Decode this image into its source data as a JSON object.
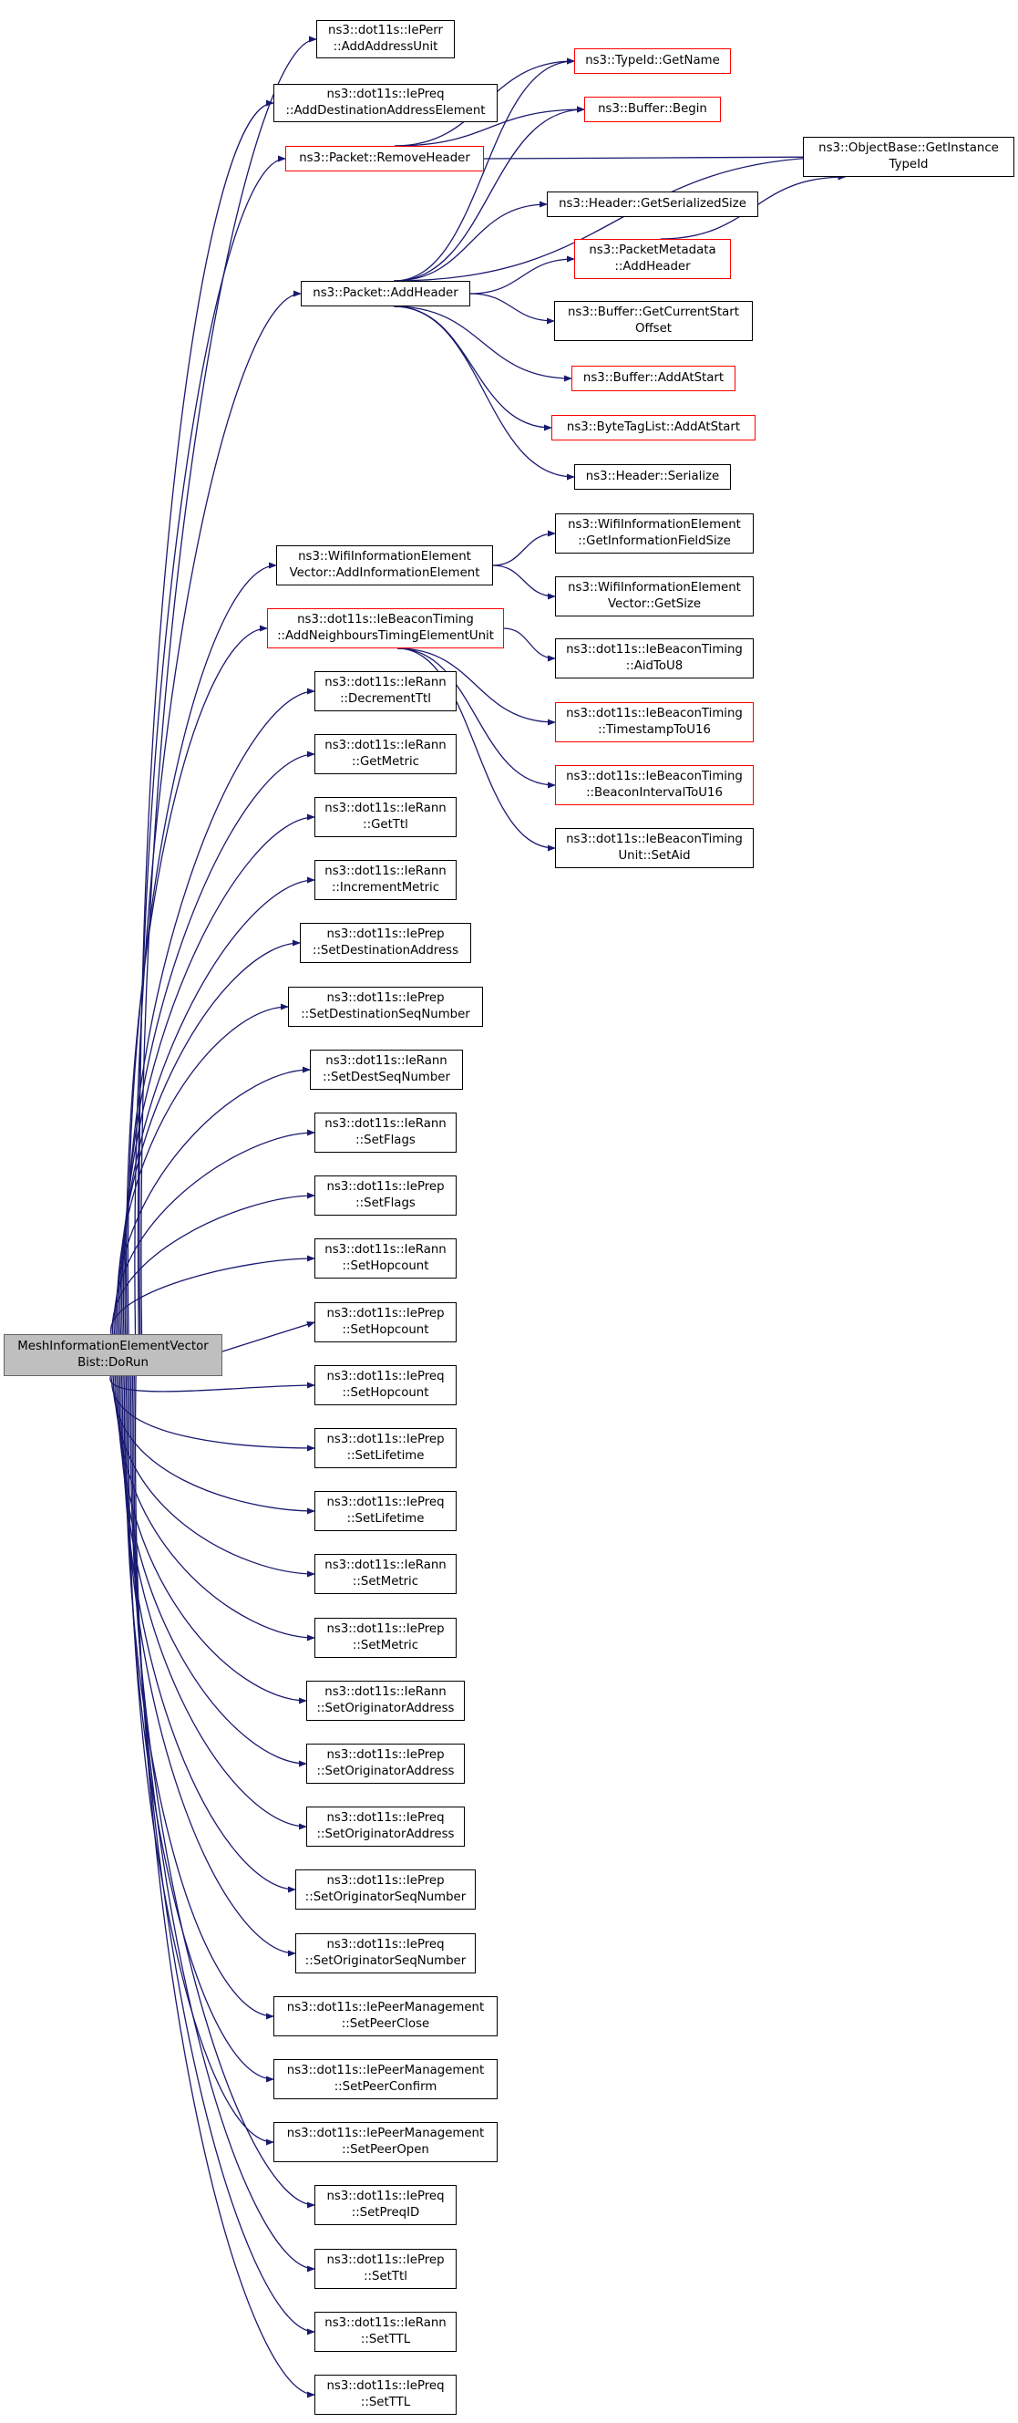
{
  "colors": {
    "edge": "#191970",
    "box_border": "#000000",
    "box_border_unloaded": "#ff0000",
    "root_fill": "#bfbfbf",
    "root_border": "#666666"
  },
  "nodes": [
    {
      "id": "root",
      "lines": [
        "MeshInformationElementVector",
        "Bist::DoRun"
      ],
      "root": true
    },
    {
      "id": "ieperr_addaddr",
      "lines": [
        "ns3::dot11s::IePerr",
        "::AddAddressUnit"
      ]
    },
    {
      "id": "iepreq_adddest",
      "lines": [
        "ns3::dot11s::IePreq",
        "::AddDestinationAddressElement"
      ]
    },
    {
      "id": "packet_remove",
      "lines": [
        "ns3::Packet::RemoveHeader"
      ],
      "red": true
    },
    {
      "id": "typeid_getname",
      "lines": [
        "ns3::TypeId::GetName"
      ],
      "red": true
    },
    {
      "id": "buffer_begin",
      "lines": [
        "ns3::Buffer::Begin"
      ],
      "red": true
    },
    {
      "id": "objectbase_getinst",
      "lines": [
        "ns3::ObjectBase::GetInstance",
        "TypeId"
      ]
    },
    {
      "id": "header_getser",
      "lines": [
        "ns3::Header::GetSerializedSize"
      ]
    },
    {
      "id": "packet_addheader",
      "lines": [
        "ns3::Packet::AddHeader"
      ]
    },
    {
      "id": "pktmeta_addheader",
      "lines": [
        "ns3::PacketMetadata",
        "::AddHeader"
      ],
      "red": true
    },
    {
      "id": "buffer_getcur",
      "lines": [
        "ns3::Buffer::GetCurrentStart",
        "Offset"
      ]
    },
    {
      "id": "buffer_addatstart",
      "lines": [
        "ns3::Buffer::AddAtStart"
      ],
      "red": true
    },
    {
      "id": "bytetag_addatstart",
      "lines": [
        "ns3::ByteTagList::AddAtStart"
      ],
      "red": true
    },
    {
      "id": "header_serialize",
      "lines": [
        "ns3::Header::Serialize"
      ]
    },
    {
      "id": "wifiie_addie",
      "lines": [
        "ns3::WifiInformationElement",
        "Vector::AddInformationElement"
      ]
    },
    {
      "id": "wifiie_getinfo",
      "lines": [
        "ns3::WifiInformationElement",
        "::GetInformationFieldSize"
      ]
    },
    {
      "id": "wifiie_getsize",
      "lines": [
        "ns3::WifiInformationElement",
        "Vector::GetSize"
      ]
    },
    {
      "id": "iebeacon_addneigh",
      "lines": [
        "ns3::dot11s::IeBeaconTiming",
        "::AddNeighboursTimingElementUnit"
      ],
      "red": true
    },
    {
      "id": "iebeacon_aidtou8",
      "lines": [
        "ns3::dot11s::IeBeaconTiming",
        "::AidToU8"
      ]
    },
    {
      "id": "iebeacon_ts",
      "lines": [
        "ns3::dot11s::IeBeaconTiming",
        "::TimestampToU16"
      ],
      "red": true
    },
    {
      "id": "iebeacon_bi",
      "lines": [
        "ns3::dot11s::IeBeaconTiming",
        "::BeaconIntervalToU16"
      ],
      "red": true
    },
    {
      "id": "iebeaconunit_setaid",
      "lines": [
        "ns3::dot11s::IeBeaconTiming",
        "Unit::SetAid"
      ]
    },
    {
      "id": "ierann_decttl",
      "lines": [
        "ns3::dot11s::IeRann",
        "::DecrementTtl"
      ]
    },
    {
      "id": "ierann_getmetric",
      "lines": [
        "ns3::dot11s::IeRann",
        "::GetMetric"
      ]
    },
    {
      "id": "ierann_getttl",
      "lines": [
        "ns3::dot11s::IeRann",
        "::GetTtl"
      ]
    },
    {
      "id": "ierann_incmetric",
      "lines": [
        "ns3::dot11s::IeRann",
        "::IncrementMetric"
      ]
    },
    {
      "id": "ieprep_setdestaddr",
      "lines": [
        "ns3::dot11s::IePrep",
        "::SetDestinationAddress"
      ]
    },
    {
      "id": "ieprep_setdestseq",
      "lines": [
        "ns3::dot11s::IePrep",
        "::SetDestinationSeqNumber"
      ]
    },
    {
      "id": "ierann_setdestseq",
      "lines": [
        "ns3::dot11s::IeRann",
        "::SetDestSeqNumber"
      ]
    },
    {
      "id": "ierann_setflags",
      "lines": [
        "ns3::dot11s::IeRann",
        "::SetFlags"
      ]
    },
    {
      "id": "ieprep_setflags",
      "lines": [
        "ns3::dot11s::IePrep",
        "::SetFlags"
      ]
    },
    {
      "id": "ierann_sethop",
      "lines": [
        "ns3::dot11s::IeRann",
        "::SetHopcount"
      ]
    },
    {
      "id": "ieprep_sethop",
      "lines": [
        "ns3::dot11s::IePrep",
        "::SetHopcount"
      ]
    },
    {
      "id": "iepreq_sethop",
      "lines": [
        "ns3::dot11s::IePreq",
        "::SetHopcount"
      ]
    },
    {
      "id": "ieprep_setlife",
      "lines": [
        "ns3::dot11s::IePrep",
        "::SetLifetime"
      ]
    },
    {
      "id": "iepreq_setlife",
      "lines": [
        "ns3::dot11s::IePreq",
        "::SetLifetime"
      ]
    },
    {
      "id": "ierann_setmetric",
      "lines": [
        "ns3::dot11s::IeRann",
        "::SetMetric"
      ]
    },
    {
      "id": "ieprep_setmetric",
      "lines": [
        "ns3::dot11s::IePrep",
        "::SetMetric"
      ]
    },
    {
      "id": "ierann_setorig",
      "lines": [
        "ns3::dot11s::IeRann",
        "::SetOriginatorAddress"
      ]
    },
    {
      "id": "ieprep_setorig",
      "lines": [
        "ns3::dot11s::IePrep",
        "::SetOriginatorAddress"
      ]
    },
    {
      "id": "iepreq_setorig",
      "lines": [
        "ns3::dot11s::IePreq",
        "::SetOriginatorAddress"
      ]
    },
    {
      "id": "ieprep_setorigseq",
      "lines": [
        "ns3::dot11s::IePrep",
        "::SetOriginatorSeqNumber"
      ]
    },
    {
      "id": "iepreq_setorigseq",
      "lines": [
        "ns3::dot11s::IePreq",
        "::SetOriginatorSeqNumber"
      ]
    },
    {
      "id": "iepeer_close",
      "lines": [
        "ns3::dot11s::IePeerManagement",
        "::SetPeerClose"
      ]
    },
    {
      "id": "iepeer_confirm",
      "lines": [
        "ns3::dot11s::IePeerManagement",
        "::SetPeerConfirm"
      ]
    },
    {
      "id": "iepeer_open",
      "lines": [
        "ns3::dot11s::IePeerManagement",
        "::SetPeerOpen"
      ]
    },
    {
      "id": "iepreq_setpreqid",
      "lines": [
        "ns3::dot11s::IePreq",
        "::SetPreqID"
      ]
    },
    {
      "id": "ieprep_setttl",
      "lines": [
        "ns3::dot11s::IePrep",
        "::SetTtl"
      ]
    },
    {
      "id": "ierann_setttl",
      "lines": [
        "ns3::dot11s::IeRann",
        "::SetTTL"
      ]
    },
    {
      "id": "iepreq_setttl",
      "lines": [
        "ns3::dot11s::IePreq",
        "::SetTTL"
      ]
    }
  ],
  "edges": [
    [
      "root",
      "ieperr_addaddr"
    ],
    [
      "root",
      "iepreq_adddest"
    ],
    [
      "root",
      "packet_remove"
    ],
    [
      "root",
      "packet_addheader"
    ],
    [
      "root",
      "wifiie_addie"
    ],
    [
      "root",
      "iebeacon_addneigh"
    ],
    [
      "root",
      "ierann_decttl"
    ],
    [
      "root",
      "ierann_getmetric"
    ],
    [
      "root",
      "ierann_getttl"
    ],
    [
      "root",
      "ierann_incmetric"
    ],
    [
      "root",
      "ieprep_setdestaddr"
    ],
    [
      "root",
      "ieprep_setdestseq"
    ],
    [
      "root",
      "ierann_setdestseq"
    ],
    [
      "root",
      "ierann_setflags"
    ],
    [
      "root",
      "ieprep_setflags"
    ],
    [
      "root",
      "ierann_sethop"
    ],
    [
      "root",
      "ieprep_sethop"
    ],
    [
      "root",
      "iepreq_sethop"
    ],
    [
      "root",
      "ieprep_setlife"
    ],
    [
      "root",
      "iepreq_setlife"
    ],
    [
      "root",
      "ierann_setmetric"
    ],
    [
      "root",
      "ieprep_setmetric"
    ],
    [
      "root",
      "ierann_setorig"
    ],
    [
      "root",
      "ieprep_setorig"
    ],
    [
      "root",
      "iepreq_setorig"
    ],
    [
      "root",
      "ieprep_setorigseq"
    ],
    [
      "root",
      "iepreq_setorigseq"
    ],
    [
      "root",
      "iepeer_close"
    ],
    [
      "root",
      "iepeer_confirm"
    ],
    [
      "root",
      "iepeer_open"
    ],
    [
      "root",
      "iepreq_setpreqid"
    ],
    [
      "root",
      "ieprep_setttl"
    ],
    [
      "root",
      "ierann_setttl"
    ],
    [
      "root",
      "iepreq_setttl"
    ],
    [
      "packet_remove",
      "typeid_getname"
    ],
    [
      "packet_remove",
      "buffer_begin"
    ],
    [
      "packet_remove",
      "objectbase_getinst"
    ],
    [
      "packet_addheader",
      "typeid_getname"
    ],
    [
      "packet_addheader",
      "buffer_begin"
    ],
    [
      "packet_addheader",
      "objectbase_getinst"
    ],
    [
      "packet_addheader",
      "header_getser"
    ],
    [
      "packet_addheader",
      "pktmeta_addheader"
    ],
    [
      "packet_addheader",
      "buffer_getcur"
    ],
    [
      "packet_addheader",
      "buffer_addatstart"
    ],
    [
      "packet_addheader",
      "bytetag_addatstart"
    ],
    [
      "packet_addheader",
      "header_serialize"
    ],
    [
      "pktmeta_addheader",
      "objectbase_getinst"
    ],
    [
      "wifiie_addie",
      "wifiie_getinfo"
    ],
    [
      "wifiie_addie",
      "wifiie_getsize"
    ],
    [
      "iebeacon_addneigh",
      "iebeacon_aidtou8"
    ],
    [
      "iebeacon_addneigh",
      "iebeacon_ts"
    ],
    [
      "iebeacon_addneigh",
      "iebeacon_bi"
    ],
    [
      "iebeacon_addneigh",
      "iebeaconunit_setaid"
    ]
  ]
}
